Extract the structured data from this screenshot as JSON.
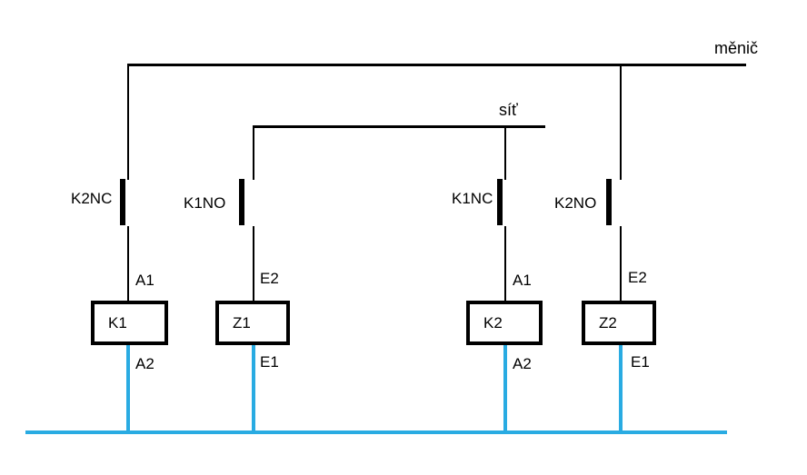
{
  "labels": {
    "top_bus": "měnič",
    "mid_bus": "síť"
  },
  "branches": [
    {
      "contact": "K2NC",
      "top_terminal": "A1",
      "coil": "K1",
      "bottom_terminal": "A2"
    },
    {
      "contact": "K1NO",
      "top_terminal": "E2",
      "coil": "Z1",
      "bottom_terminal": "E1"
    },
    {
      "contact": "K1NC",
      "top_terminal": "A1",
      "coil": "K2",
      "bottom_terminal": "A2"
    },
    {
      "contact": "K2NO",
      "top_terminal": "E2",
      "coil": "Z2",
      "bottom_terminal": "E1"
    }
  ],
  "colors": {
    "wire": "#000000",
    "bottom_bus": "#29abe2",
    "background": "#ffffff"
  }
}
